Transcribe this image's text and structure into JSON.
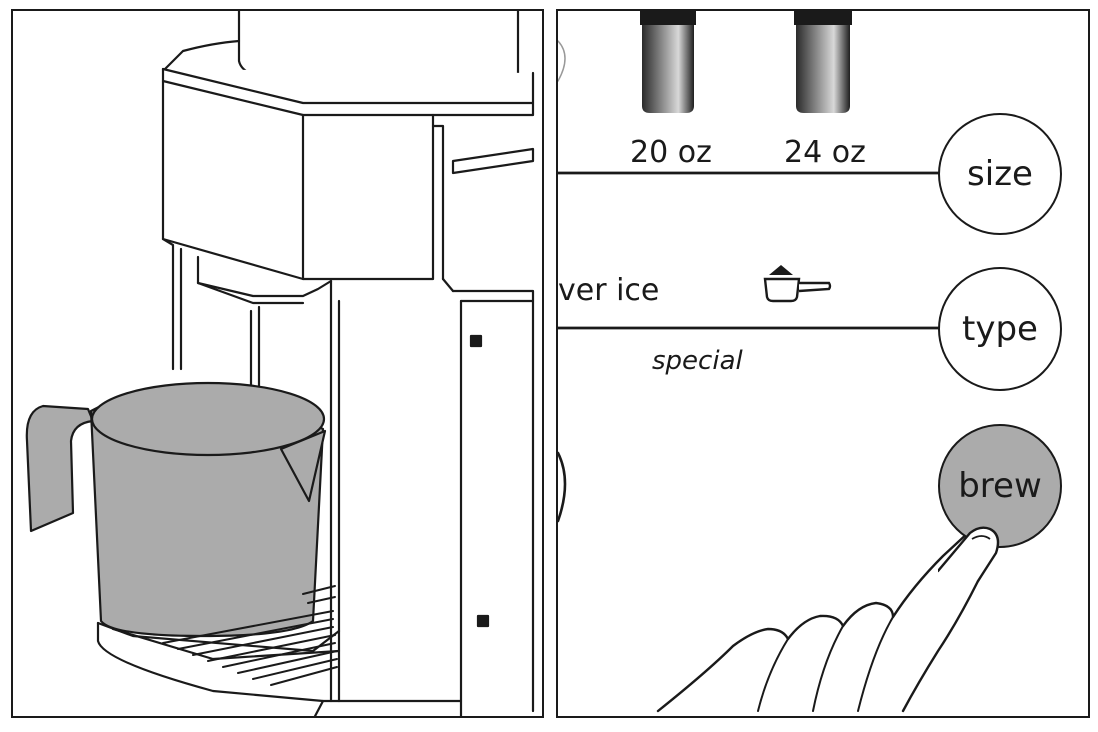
{
  "sizes": {
    "small": "20 oz",
    "large": "24 oz"
  },
  "buttons": {
    "size": "size",
    "type": "type",
    "brew": "brew"
  },
  "brew_type": {
    "over_ice": "ver ice",
    "special": "special"
  },
  "colors": {
    "line": "#1a1a1a",
    "carafe_fill": "#ababab",
    "brew_button_fill": "#ababab",
    "background": "#ffffff"
  },
  "icons": {
    "scoop": "coffee-scoop-icon",
    "cup_small": "travel-cup-20oz-icon",
    "cup_large": "travel-cup-24oz-icon"
  }
}
